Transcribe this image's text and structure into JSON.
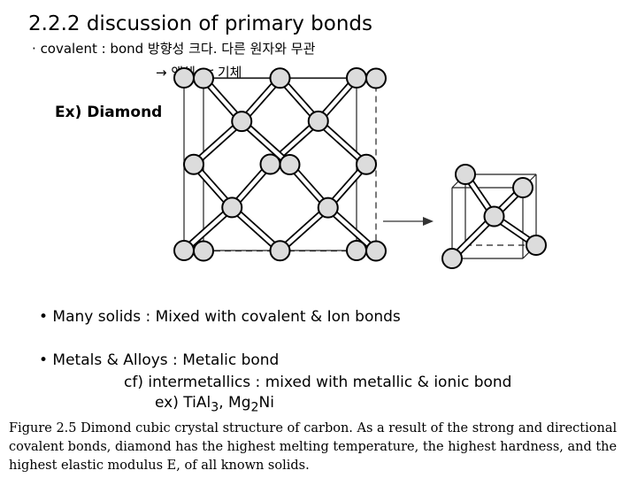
{
  "title": "2.2.2 discussion of primary bonds",
  "covalent": {
    "bullet": "·",
    "text": "covalent : bond 방향성 크다. 다른 원자와 무관",
    "arrow_line": "→ 액체 or 기체"
  },
  "example_label": "Ex) Diamond",
  "bullets": [
    {
      "text": "Many solids : Mixed with covalent & Ion bonds"
    },
    {
      "text": "Metals & Alloys : Metalic bond"
    }
  ],
  "cf_line": "cf) intermetallics : mixed with metallic & ionic bond",
  "ex_line": {
    "prefix": "ex) TiAl",
    "sub1": "3",
    "middle": ", Mg",
    "sub2": "2",
    "suffix": "Ni"
  },
  "caption": "Figure 2.5 Dimond cubic crystal structure of carbon. As a result of the strong and directional covalent bonds, diamond has the highest melting temperature, the highest hardness, and the highest elastic modulus E, of all known solids."
}
